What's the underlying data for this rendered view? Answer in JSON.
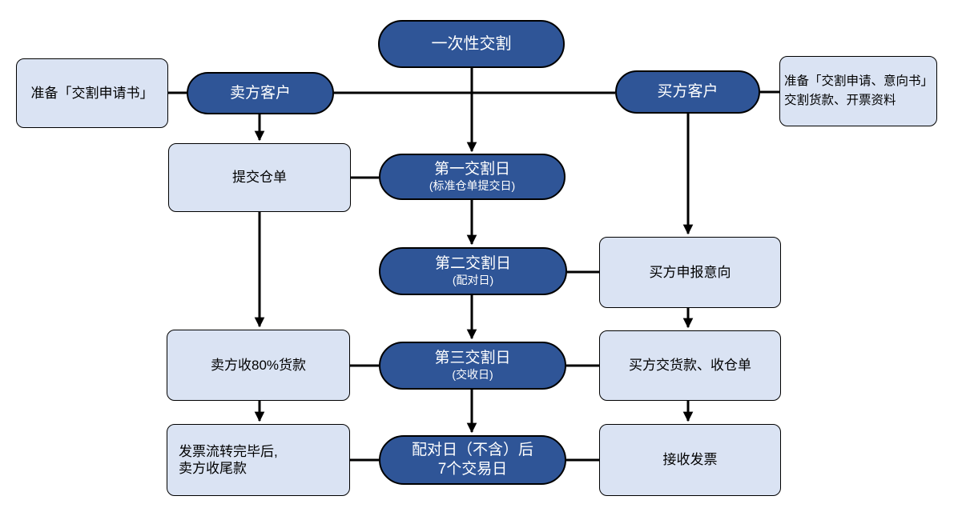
{
  "colors": {
    "dark_fill": "#2F5597",
    "dark_text": "#FFFFFF",
    "light_fill": "#DAE3F3",
    "light_text": "#000000",
    "border": "#000000",
    "line": "#000000"
  },
  "nodes": {
    "title": {
      "label": "一次性交割"
    },
    "seller": {
      "label": "卖方客户"
    },
    "buyer": {
      "label": "买方客户"
    },
    "prep_seller": {
      "label": "准备「交割申请书」"
    },
    "prep_buyer": {
      "line1": "准备「交割申请、意向书」",
      "line2": "交割货款、开票资料"
    },
    "submit_receipt": {
      "label": "提交仓单"
    },
    "day1": {
      "line1": "第一交割日",
      "line2": "(标准仓单提交日)"
    },
    "day2": {
      "line1": "第二交割日",
      "line2": "(配对日)"
    },
    "buyer_intent": {
      "label": "买方申报意向"
    },
    "seller_80": {
      "label": "卖方收80%货款"
    },
    "day3": {
      "line1": "第三交割日",
      "line2": "(交收日)"
    },
    "buyer_pay": {
      "label": "买方交货款、收仓单"
    },
    "invoice_done": {
      "line1": "发票流转完毕后,",
      "line2": "卖方收尾款"
    },
    "day7": {
      "line1": "配对日（不含）后",
      "line2": "7个交易日"
    },
    "receive_invoice": {
      "label": "接收发票"
    }
  }
}
